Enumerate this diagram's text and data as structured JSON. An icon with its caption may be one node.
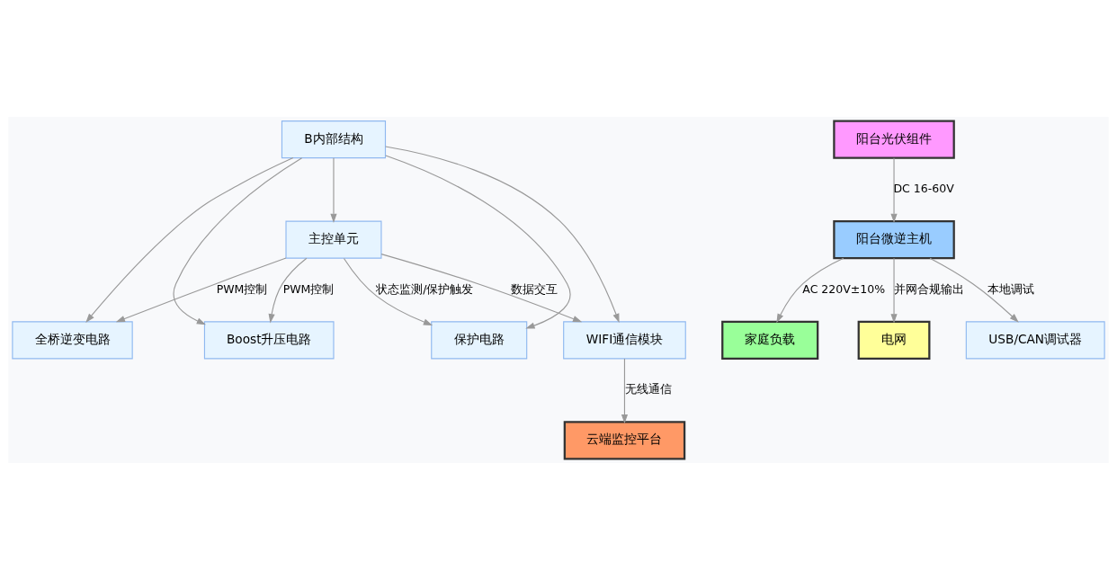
{
  "diagram": {
    "nodes": [
      {
        "text": [
          "B内部结构"
        ]
      },
      {
        "text": [
          "主控单元"
        ]
      },
      {
        "text": [
          "Boost升压电路"
        ]
      },
      {
        "text": [
          "全桥逆变电路"
        ]
      },
      {
        "text": [
          "WIFI通信模块"
        ]
      },
      {
        "text": [
          "保护电路"
        ]
      },
      {
        "text": [
          "云端监控平台"
        ]
      },
      {
        "text": [
          "阳台光伏组件"
        ]
      },
      {
        "text": [
          "阳台微逆主机"
        ]
      },
      {
        "text": [
          "家庭负载"
        ]
      },
      {
        "text": [
          "电网"
        ]
      },
      {
        "text": [
          "USB/CAN调试器"
        ]
      }
    ],
    "edges": [
      {
        "from": 0,
        "to": 2,
        "arrow": "to"
      },
      {
        "from": 0,
        "to": 3,
        "arrow": "to"
      },
      {
        "from": 0,
        "to": 1,
        "arrow": "to"
      },
      {
        "from": 0,
        "to": 4,
        "arrow": "to"
      },
      {
        "from": 0,
        "to": 5,
        "arrow": "to"
      },
      {
        "from": 1,
        "to": 2,
        "arrow": "to",
        "label": "PWM控制"
      },
      {
        "from": 1,
        "to": 3,
        "arrow": "to",
        "label": "PWM控制"
      },
      {
        "from": 1,
        "to": 4,
        "arrow": "to",
        "label": "数据交互"
      },
      {
        "from": 1,
        "to": 5,
        "arrow": "to",
        "label": "状态监测/保护触发"
      },
      {
        "from": 4,
        "to": 6,
        "arrow": "to",
        "label": "无线通信"
      },
      {
        "from": 7,
        "to": 8,
        "arrow": "to",
        "label": "DC 16-60V"
      },
      {
        "from": 8,
        "to": 9,
        "arrow": "to",
        "label": "AC 220V±10%"
      },
      {
        "from": 8,
        "to": 10,
        "arrow": "to",
        "label": "并网合规输出"
      },
      {
        "from": 8,
        "to": 11,
        "arrow": "to",
        "label": "本地调试"
      }
    ]
  }
}
